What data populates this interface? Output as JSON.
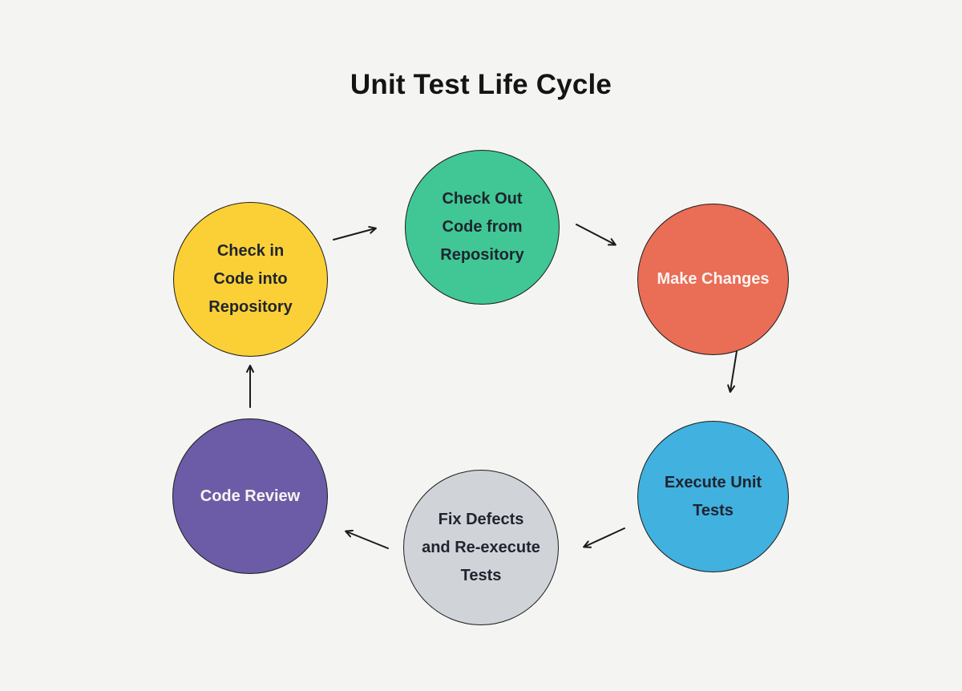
{
  "page": {
    "title": "Unit Test Life Cycle",
    "background_color": "#f4f4f2",
    "title_color": "#141414"
  },
  "diagram": {
    "type": "cycle-diagram",
    "arrow_color": "#1a1a1a",
    "nodes": [
      {
        "id": "check-out-code-from-repository",
        "label": "Check Out\nCode from\nRepository",
        "fill": "#40c795",
        "text_color": "#1f242e",
        "border_color": "#1c1c1c"
      },
      {
        "id": "make-changes",
        "label": "Make Changes",
        "fill": "#ea6d55",
        "text_color": "#f7f5f2",
        "border_color": "#1c1c1c"
      },
      {
        "id": "execute-unit-tests",
        "label": "Execute Unit\nTests",
        "fill": "#41b1df",
        "text_color": "#1f242e",
        "border_color": "#1c1c1c"
      },
      {
        "id": "fix-defects-and-re-execute-tests",
        "label": "Fix Defects\nand Re-execute\nTests",
        "fill": "#d0d4d9",
        "text_color": "#1f242e",
        "border_color": "#1c1c1c"
      },
      {
        "id": "code-review",
        "label": "Code Review",
        "fill": "#6c5ca7",
        "text_color": "#f7f5f2",
        "border_color": "#1c1c1c"
      },
      {
        "id": "check-in-code-into-repository",
        "label": "Check in\nCode into\nRepository",
        "fill": "#fbd037",
        "text_color": "#1f242e",
        "border_color": "#1c1c1c"
      }
    ],
    "edges": [
      {
        "from": "check-in-code-into-repository",
        "to": "check-out-code-from-repository"
      },
      {
        "from": "check-out-code-from-repository",
        "to": "make-changes"
      },
      {
        "from": "make-changes",
        "to": "execute-unit-tests"
      },
      {
        "from": "execute-unit-tests",
        "to": "fix-defects-and-re-execute-tests"
      },
      {
        "from": "fix-defects-and-re-execute-tests",
        "to": "code-review"
      },
      {
        "from": "code-review",
        "to": "check-in-code-into-repository"
      }
    ]
  }
}
